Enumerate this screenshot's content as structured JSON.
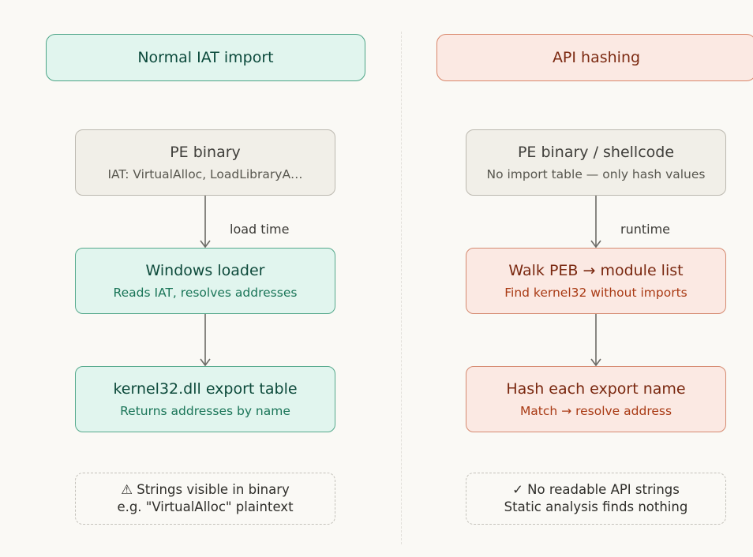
{
  "left": {
    "header": "Normal IAT import",
    "nodes": [
      {
        "title": "PE binary",
        "subtitle": "IAT: VirtualAlloc, LoadLibraryA…"
      },
      {
        "title": "Windows loader",
        "subtitle": "Reads IAT, resolves addresses"
      },
      {
        "title": "kernel32.dll export table",
        "subtitle": "Returns addresses by name"
      }
    ],
    "edge_label": "load time",
    "note": {
      "line1": "⚠ Strings visible in binary",
      "line2": "e.g. \"VirtualAlloc\" plaintext"
    }
  },
  "right": {
    "header": "API hashing",
    "nodes": [
      {
        "title": "PE binary / shellcode",
        "subtitle": "No import table — only hash values"
      },
      {
        "title": "Walk PEB → module list",
        "subtitle": "Find kernel32 without imports"
      },
      {
        "title": "Hash each export name",
        "subtitle": "Match → resolve address"
      }
    ],
    "edge_label": "runtime",
    "note": {
      "line1": "✓ No readable API strings",
      "line2": "Static analysis finds nothing"
    }
  },
  "colors": {
    "green_fill": "#e1f5ee",
    "green_stroke": "#4da587",
    "red_fill": "#fbe9e3",
    "red_stroke": "#d9876b",
    "gray_fill": "#f1efe8",
    "arrow": "#6b6a65"
  }
}
